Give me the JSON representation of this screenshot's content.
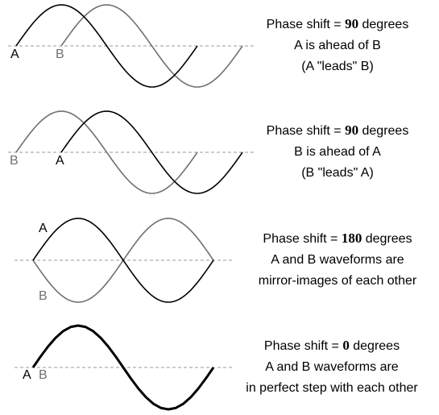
{
  "colors": {
    "wave_a": "#000000",
    "wave_b": "#707070",
    "axis": "#9a9a9a"
  },
  "panels": [
    {
      "wave_a_label": "A",
      "wave_b_label": "B",
      "caption": {
        "line1_prefix": "Phase shift = ",
        "line1_value": "90",
        "line1_suffix": " degrees",
        "line2": "A is ahead of B",
        "line3": "(A \"leads\" B)"
      }
    },
    {
      "wave_a_label": "A",
      "wave_b_label": "B",
      "caption": {
        "line1_prefix": "Phase shift = ",
        "line1_value": "90",
        "line1_suffix": " degrees",
        "line2": "B is ahead of A",
        "line3": "(B \"leads\" A)"
      }
    },
    {
      "wave_a_label": "A",
      "wave_b_label": "B",
      "caption": {
        "line1_prefix": "Phase shift = ",
        "line1_value": "180",
        "line1_suffix": " degrees",
        "line2": "A and B waveforms are",
        "line3": "mirror-images of each other"
      }
    },
    {
      "wave_a_label": "A",
      "wave_b_label": "B",
      "caption": {
        "line1_prefix": "Phase shift = ",
        "line1_value": "0",
        "line1_suffix": " degrees",
        "line2": "A and B waveforms are",
        "line3": "in perfect step with each other"
      }
    }
  ]
}
